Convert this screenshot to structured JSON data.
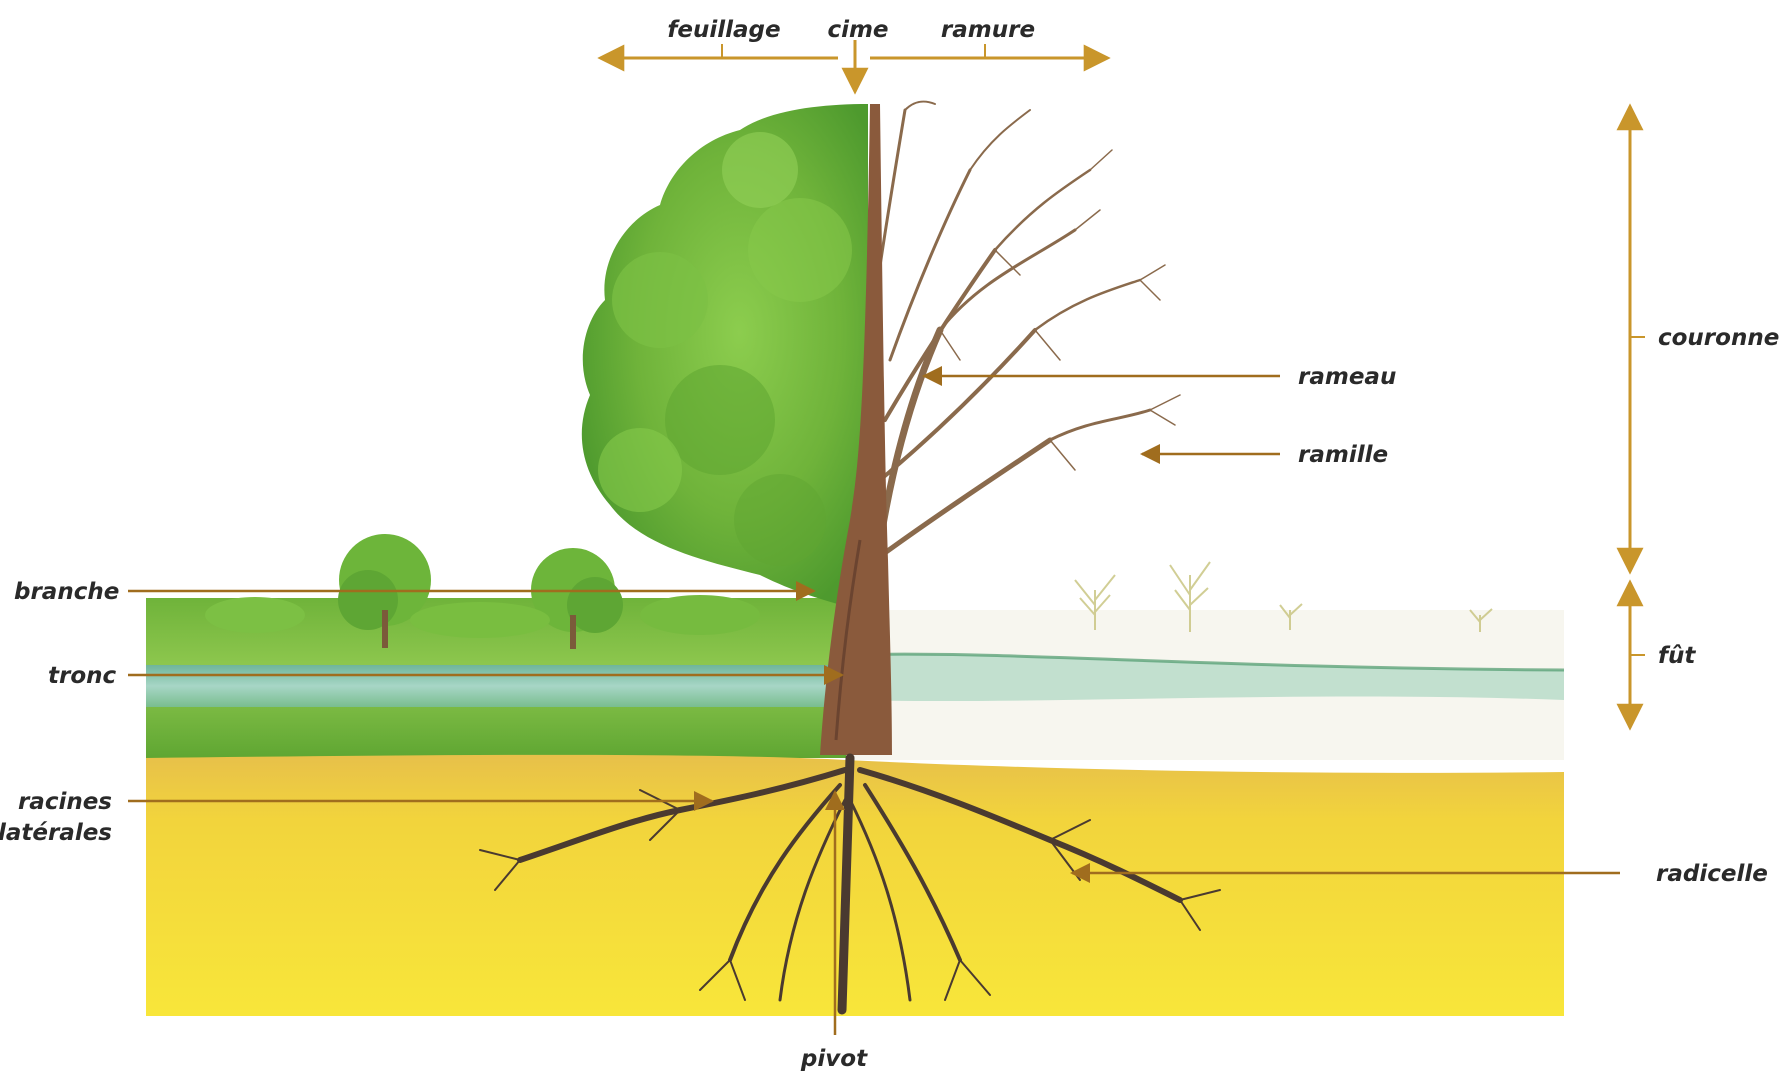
{
  "labels": {
    "feuillage": "feuillage",
    "cime": "cime",
    "ramure": "ramure",
    "couronne": "couronne",
    "rameau": "rameau",
    "ramille": "ramille",
    "fut": "fût",
    "branche": "branche",
    "tronc": "tronc",
    "racines_line1": "racines",
    "racines_line2": "latérales",
    "radicelle": "radicelle",
    "pivot": "pivot"
  },
  "colors": {
    "annotation": "#c9962b",
    "pointer": "#a06d1e",
    "foliage": "#6fb33a",
    "soil": "#f2d43c",
    "trunk": "#8a5a3c"
  }
}
